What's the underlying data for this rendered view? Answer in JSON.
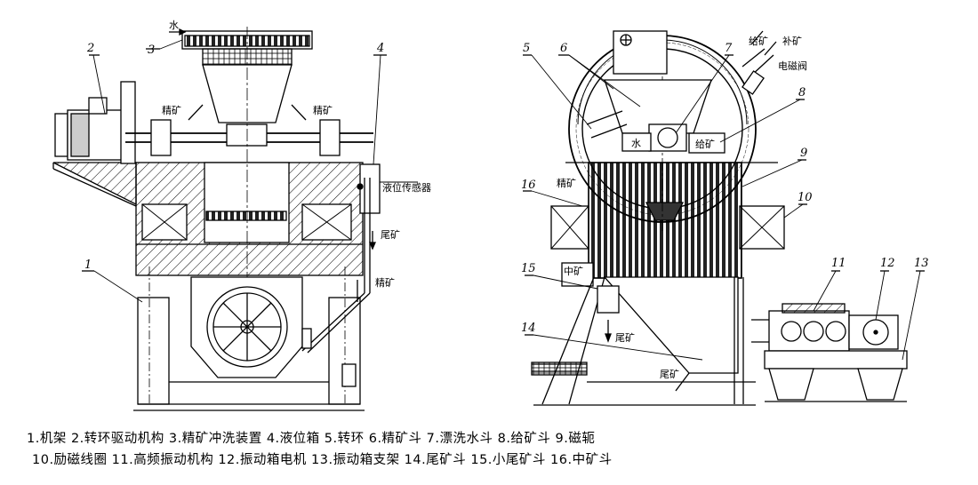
{
  "labels": {
    "water_top": "水",
    "water_inner": "水",
    "concentrate_l": "精矿",
    "concentrate_r": "精矿",
    "level_sensor": "液位传感器",
    "tailings_left": "尾矿",
    "concentrate_out": "精矿",
    "feed_ore": "给矿",
    "make_up_ore": "补矿",
    "solenoid_valve": "电磁阀",
    "feed_inner": "给矿",
    "concentrate_side": "精矿",
    "middlings": "中矿",
    "tailings_bottom": "尾矿",
    "tailings_out": "尾矿"
  },
  "numbers": [
    "1",
    "2",
    "3",
    "4",
    "5",
    "6",
    "7",
    "8",
    "9",
    "10",
    "11",
    "12",
    "13",
    "16",
    "15",
    "14"
  ],
  "legend": {
    "row1": "1.机架  2.转环驱动机构  3.精矿冲洗装置  4.液位箱  5.转环  6.精矿斗  7.漂洗水斗  8.给矿斗  9.磁轭",
    "row2": "10.励磁线圈  11.高频振动机构  12.振动箱电机  13.振动箱支架  14.尾矿斗  15.小尾矿斗  16.中矿斗"
  }
}
